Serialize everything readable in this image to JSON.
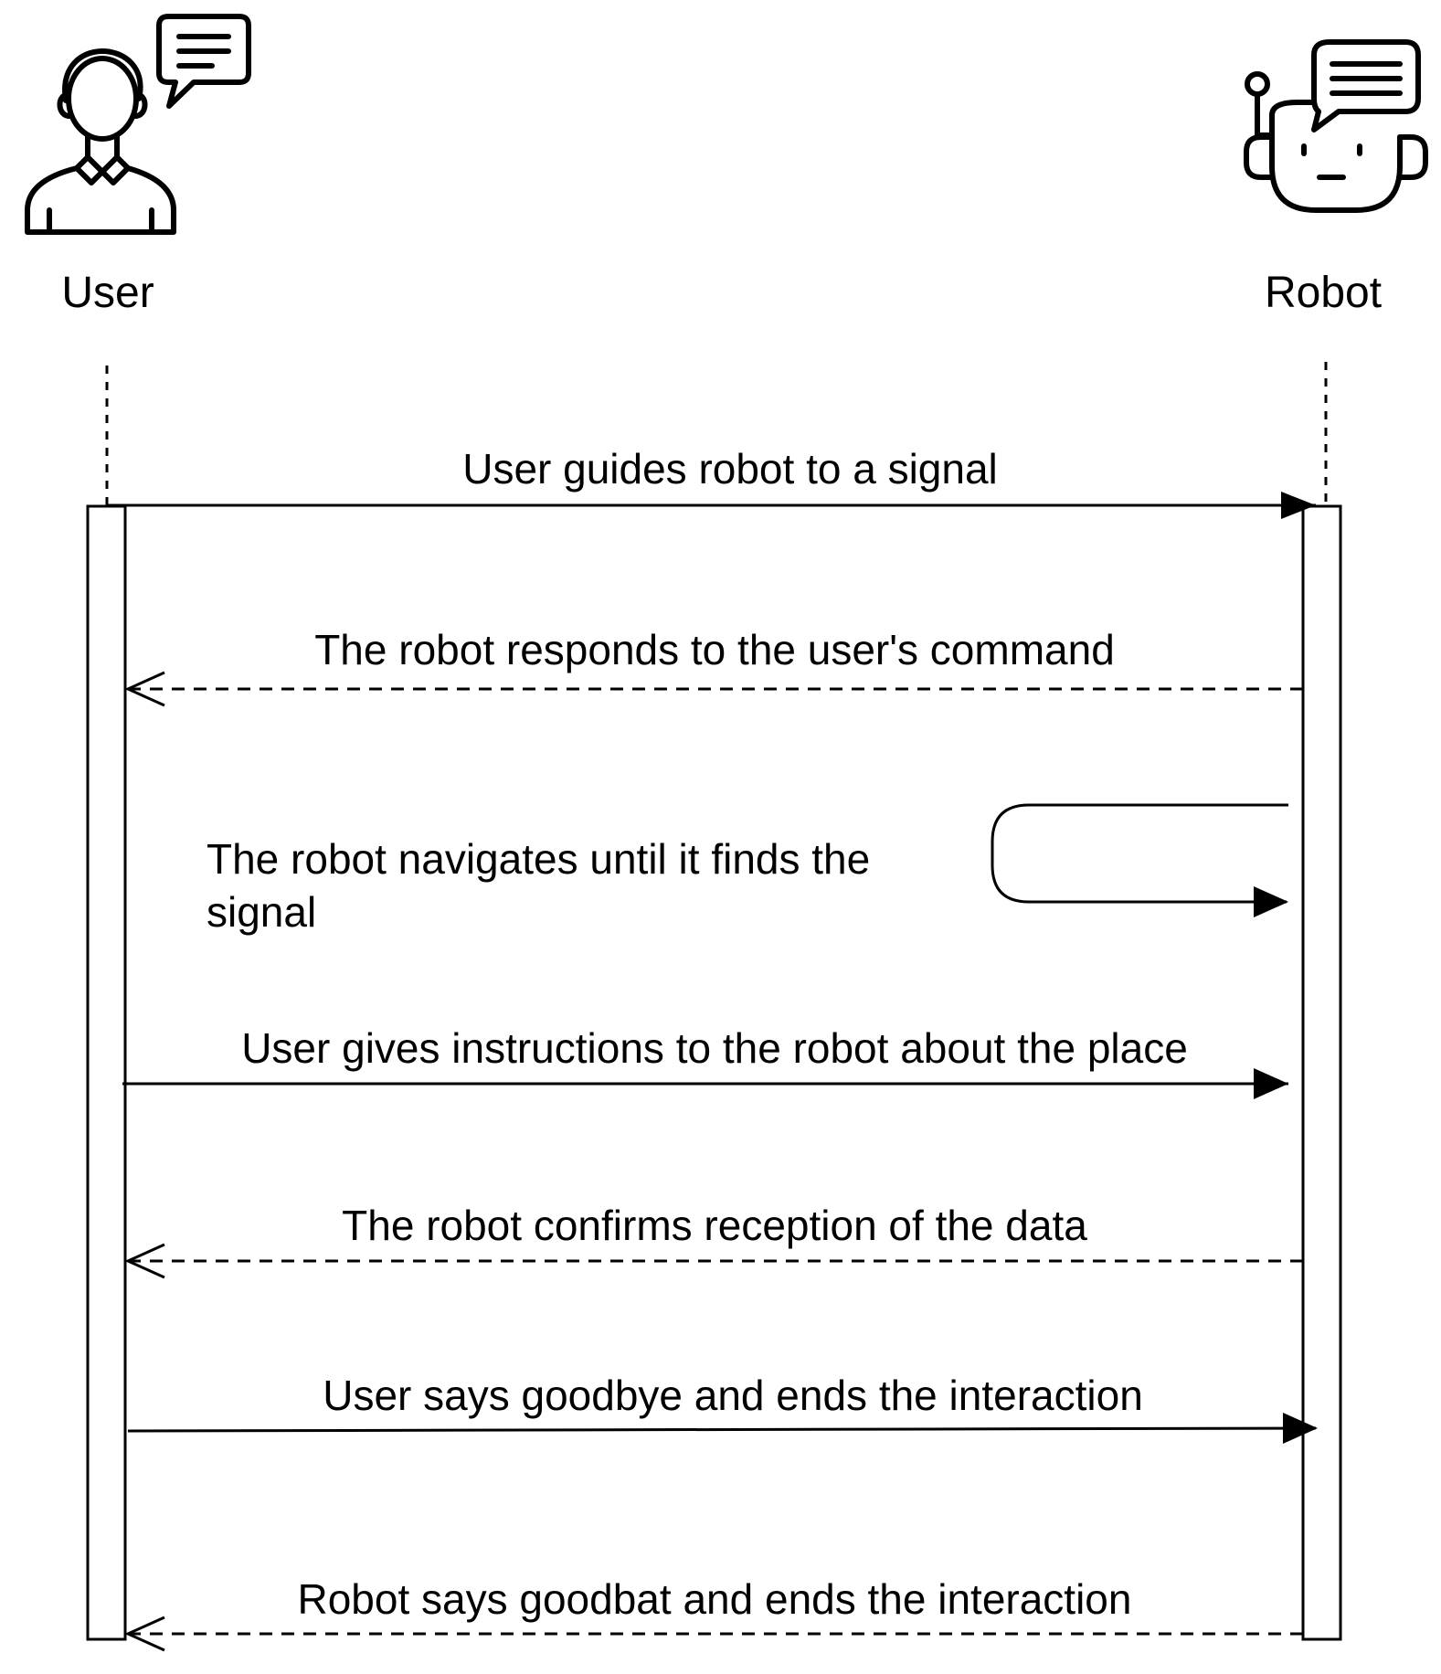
{
  "actors": [
    {
      "name": "User",
      "icon": "user-speaking-icon"
    },
    {
      "name": "Robot",
      "icon": "robot-chat-icon"
    }
  ],
  "messages": [
    {
      "text": "User guides robot to a signal",
      "from": "User",
      "to": "Robot",
      "style": "solid"
    },
    {
      "text": "The robot responds to the user's command",
      "from": "Robot",
      "to": "User",
      "style": "dashed"
    },
    {
      "text_lines": [
        "The robot navigates until it finds the",
        "signal"
      ],
      "from": "Robot",
      "to": "Robot",
      "style": "self"
    },
    {
      "text": "User gives instructions to the robot about the place",
      "from": "User",
      "to": "Robot",
      "style": "solid"
    },
    {
      "text": "The robot confirms reception of the data",
      "from": "Robot",
      "to": "User",
      "style": "dashed"
    },
    {
      "text": "User says goodbye and ends the interaction",
      "from": "User",
      "to": "Robot",
      "style": "solid"
    },
    {
      "text": "Robot says goodbat and ends the interaction",
      "from": "Robot",
      "to": "User",
      "style": "dashed"
    }
  ],
  "colors": {
    "stroke": "#000000",
    "background": "#ffffff"
  }
}
